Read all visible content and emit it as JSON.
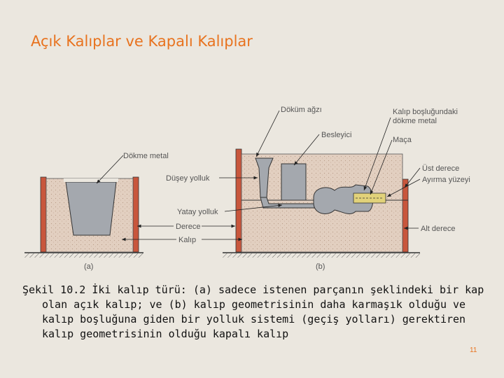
{
  "slide": {
    "title": "Açık Kalıplar ve Kapalı Kalıplar",
    "page_number": "11"
  },
  "figure": {
    "labels": {
      "dokum_agzi": "Döküm ağzı",
      "kalip_boslugundaki_1": "Kalıp boşluğundaki",
      "kalip_boslugundaki_2": "dökme metal",
      "besleyici": "Besleyici",
      "maca": "Maça",
      "dokme_metal": "Dökme metal",
      "duseY_yolluk": "Düşey yolluk",
      "ust_derece": "Üst derece",
      "ayirma_yuzeyi": "Ayırma yüzeyi",
      "yatay_yolluk": "Yatay yolluk",
      "derece": "Derece",
      "alt_derece": "Alt derece",
      "kalip": "Kalıp",
      "sub_a": "(a)",
      "sub_b": "(b)"
    },
    "colors": {
      "sand": "#e2cfc0",
      "flask": "#c8563c",
      "metal": "#a4a8ae",
      "core": "#e2d27a"
    }
  },
  "caption": {
    "line1": "Şekil 10.2  İki kalıp türü: (a) sadece istenen parçanın şeklindeki bir kap",
    "line2": "olan açık kalıp; ve (b) kalıp geometrisinin daha karmaşık olduğu ve",
    "line3": "kalıp boşluğuna giden bir yolluk sistemi (geçiş yolları) gerektiren",
    "line4": "kalıp geometrisinin olduğu kapalı kalıp"
  }
}
